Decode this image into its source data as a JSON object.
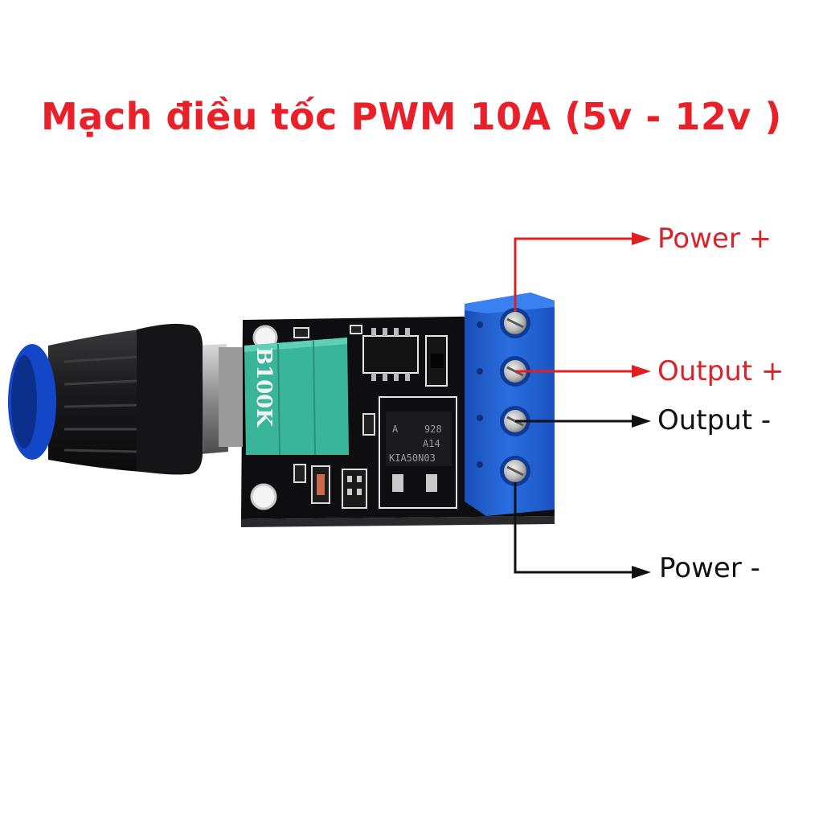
{
  "title": "Mạch điều tốc PWM 10A (5v - 12v )",
  "potentiometer_marking": "B100K",
  "chip_markings": {
    "line1_left": "A",
    "line1_right": "928",
    "line2": "A14",
    "line3": "KIA50N03"
  },
  "terminals": {
    "power_plus": "Power +",
    "output_plus": "Output +",
    "output_minus": "Output -",
    "power_minus": "Power -"
  },
  "colors": {
    "title": "#e8202a",
    "label_red": "#d8232a",
    "label_black": "#111111",
    "arrow_red": "#e02020",
    "arrow_black": "#111111",
    "pcb": "#0e0e10",
    "terminal_block": "#1f5fd0",
    "potentiometer_body": "#39b59a",
    "knob": "#1c1c1e",
    "knob_base": "#1446c8"
  }
}
